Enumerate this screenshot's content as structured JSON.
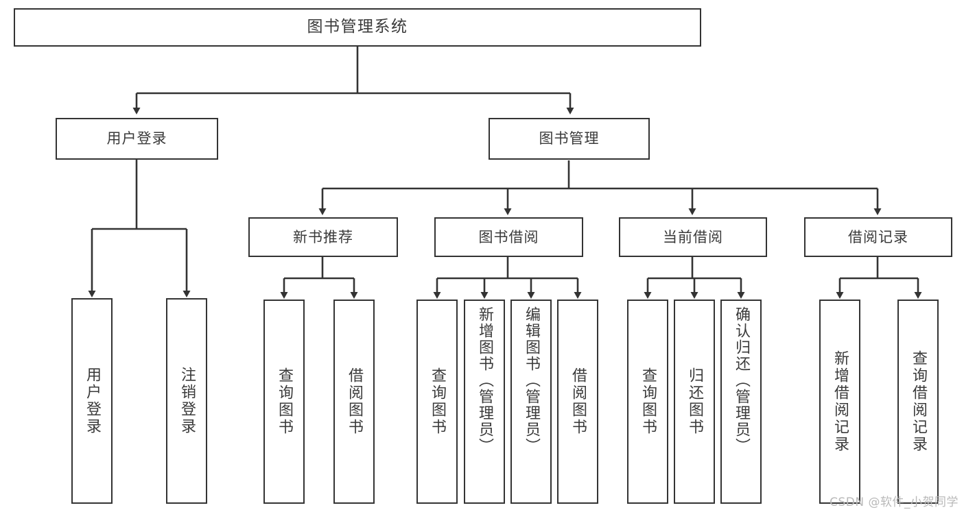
{
  "diagram": {
    "title": "图书管理系统",
    "type": "tree-hierarchy",
    "colors": {
      "box_border": "#333333",
      "box_fill": "#ffffff",
      "text": "#3a3a3a",
      "edge": "#333333",
      "background": "#ffffff",
      "watermark": "#b9b9b9"
    },
    "nodes": {
      "root": "图书管理系统",
      "level2": {
        "user_login": "用户登录",
        "book_manage": "图书管理"
      },
      "level3": {
        "new_book_recommend": "新书推荐",
        "book_borrow": "图书借阅",
        "current_borrow": "当前借阅",
        "borrow_record": "借阅记录"
      },
      "leaves": {
        "user_login_children": [
          "用户登录",
          "注销登录"
        ],
        "new_book_recommend_children": [
          "查询图书",
          "借阅图书"
        ],
        "book_borrow_children": [
          "查询图书",
          "新增图书（管理员）",
          "编辑图书（管理员）",
          "借阅图书"
        ],
        "current_borrow_children": [
          "查询图书",
          "归还图书",
          "确认归还（管理员）"
        ],
        "borrow_record_children": [
          "新增借阅记录",
          "查询借阅记录"
        ]
      }
    },
    "watermark": "CSDN @软件_小贺同学"
  }
}
